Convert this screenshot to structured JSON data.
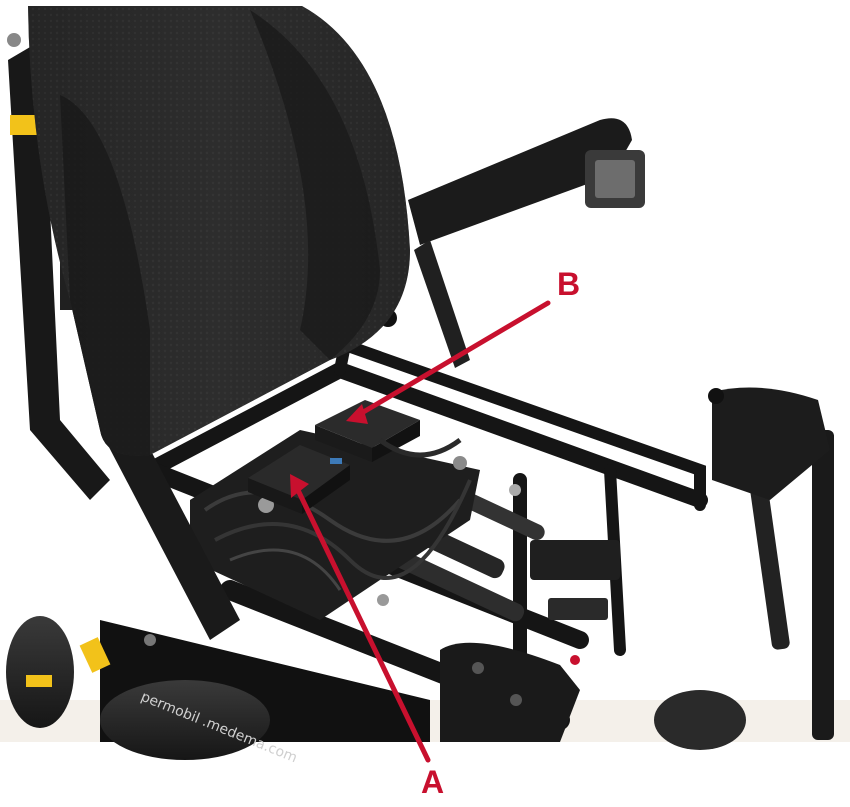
{
  "callouts": {
    "a": {
      "label": "A"
    },
    "b": {
      "label": "B"
    }
  },
  "brand": {
    "text": "permobil .medema.com"
  },
  "colors": {
    "accent": "#c8102e",
    "frame": "#151515",
    "cushion": "#2b2b2b",
    "background": "#ffffff",
    "floor": "#f1ece4",
    "latch": "#f2c21a"
  }
}
